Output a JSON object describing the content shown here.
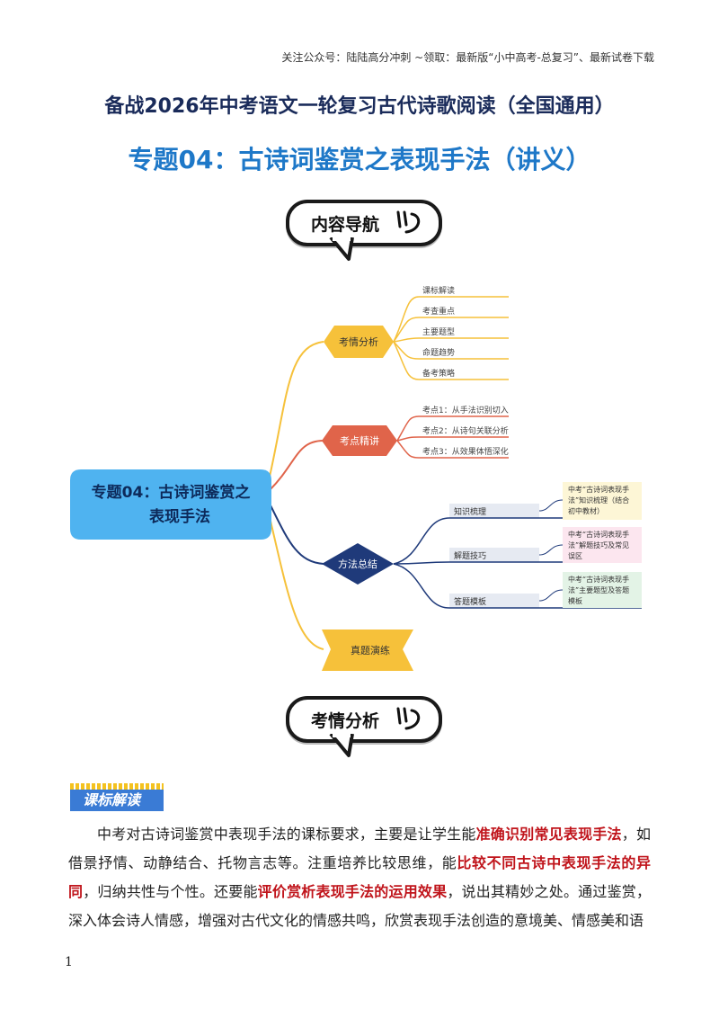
{
  "header_note": "关注公众号：陆陆高分冲刺 ~领取：最新版“小中高考-总复习”、最新试卷下载",
  "title_main": "备战2026年中考语文一轮复习古代诗歌阅读（全国通用）",
  "title_topic": "专题04：古诗词鉴赏之表现手法（讲义）",
  "nav_bubble": "内容导航",
  "analysis_bubble": "考情分析",
  "mindmap": {
    "root": "专题04：古诗词鉴赏之\n表现手法",
    "root_line1": "专题04：古诗词鉴赏之",
    "root_line2": "表现手法",
    "branch1": {
      "label": "考情分析",
      "leaves": [
        "课标解读",
        "考查重点",
        "主要题型",
        "命题趋势",
        "备考策略"
      ]
    },
    "branch2": {
      "label": "考点精讲",
      "leaves": [
        "考点1：从手法识别切入",
        "考点2：从诗句关联分析",
        "考点3：从效果体悟深化"
      ]
    },
    "branch3": {
      "label": "方法总结",
      "subs": [
        {
          "label": "知识梳理",
          "box_lines": [
            "中考“古诗词表现手",
            "法”知识梳理（结合",
            "初中教材）"
          ]
        },
        {
          "label": "解题技巧",
          "box_lines": [
            "中考“古诗词表现手",
            "法”解题技巧及常见",
            "误区"
          ]
        },
        {
          "label": "答题模板",
          "box_lines": [
            "中考“古诗词表现手",
            "法”主要题型及答题",
            "模板"
          ]
        }
      ]
    },
    "branch4": {
      "label": "真题演练"
    }
  },
  "section_tag": "课标解读",
  "paragraph": {
    "p1": "中考对古诗词鉴赏中表现手法的课标要求，主要是让学生能",
    "h1": "准确识别常见表现手法",
    "p2": "，如借景抒情、动静结合、托物言志等。注重培养比较思维，能",
    "h2": "比较不同古诗中表现手法的异同",
    "p3": "，归纳共性与个性。还要能",
    "h3": "评价赏析表现手法的运用效果",
    "p4": "，说出其精妙之处。通过鉴赏，深入体会诗人情感，增强对古代文化的情感共鸣，欣赏表现手法创造的意境美、情感美和语"
  },
  "page_number": "1",
  "colors": {
    "title_main": "#1a2b5a",
    "title_topic": "#1e78c8",
    "root_node": "#4fb3f0",
    "branch1": "#f6c13a",
    "branch2": "#e0644a",
    "branch3": "#1f3a7a",
    "branch4": "#f6c13a",
    "highlight": "#c0141b",
    "tag": "#3a7bd5"
  }
}
